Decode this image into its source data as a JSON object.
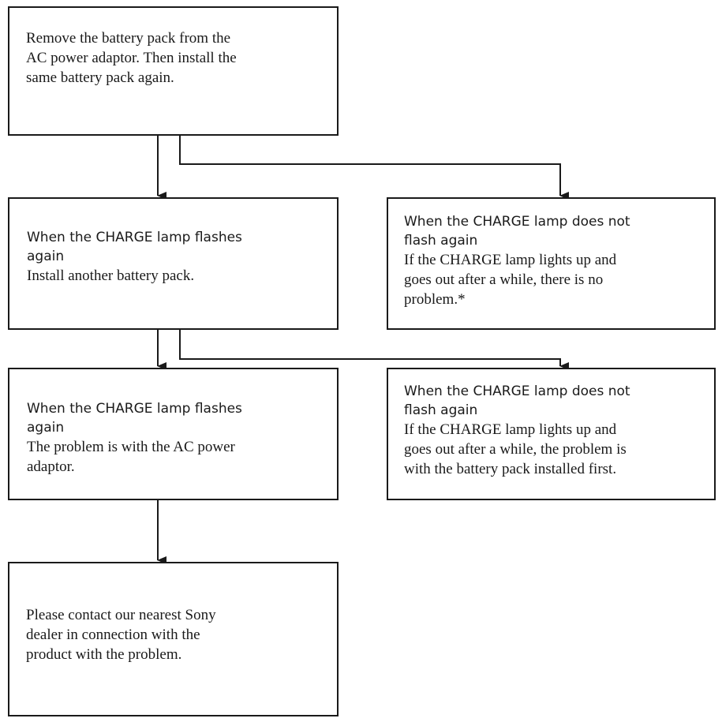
{
  "colors": {
    "stroke": "#1a1a1a",
    "background": "#ffffff"
  },
  "nodes": [
    {
      "id": "start",
      "body": [
        "Remove the battery pack from the",
        "AC power adaptor. Then install the",
        "same battery pack again."
      ]
    },
    {
      "id": "flash-1",
      "heading": [
        "When the CHARGE lamp flashes",
        "again"
      ],
      "body": [
        "Install another battery pack."
      ]
    },
    {
      "id": "noflash-1",
      "heading": [
        "When the CHARGE lamp does not",
        "flash again"
      ],
      "body": [
        "If the CHARGE lamp lights up and",
        "goes out after a while, there is no",
        "problem.*"
      ]
    },
    {
      "id": "flash-2",
      "heading": [
        "When the CHARGE lamp flashes",
        "again"
      ],
      "body": [
        "The problem is with the AC power",
        "adaptor."
      ]
    },
    {
      "id": "noflash-2",
      "heading": [
        "When the CHARGE lamp does not",
        "flash again"
      ],
      "body": [
        "If the CHARGE lamp lights up and",
        "goes out after a while, the problem is",
        "with the battery pack installed first."
      ]
    },
    {
      "id": "contact",
      "body": [
        "Please contact our nearest Sony",
        "dealer in connection with the",
        "product with the problem."
      ]
    }
  ],
  "edges": [
    {
      "from": "start",
      "to": "flash-1"
    },
    {
      "from": "start",
      "to": "noflash-1"
    },
    {
      "from": "flash-1",
      "to": "flash-2"
    },
    {
      "from": "flash-1",
      "to": "noflash-2"
    },
    {
      "from": "flash-2",
      "to": "contact"
    }
  ]
}
